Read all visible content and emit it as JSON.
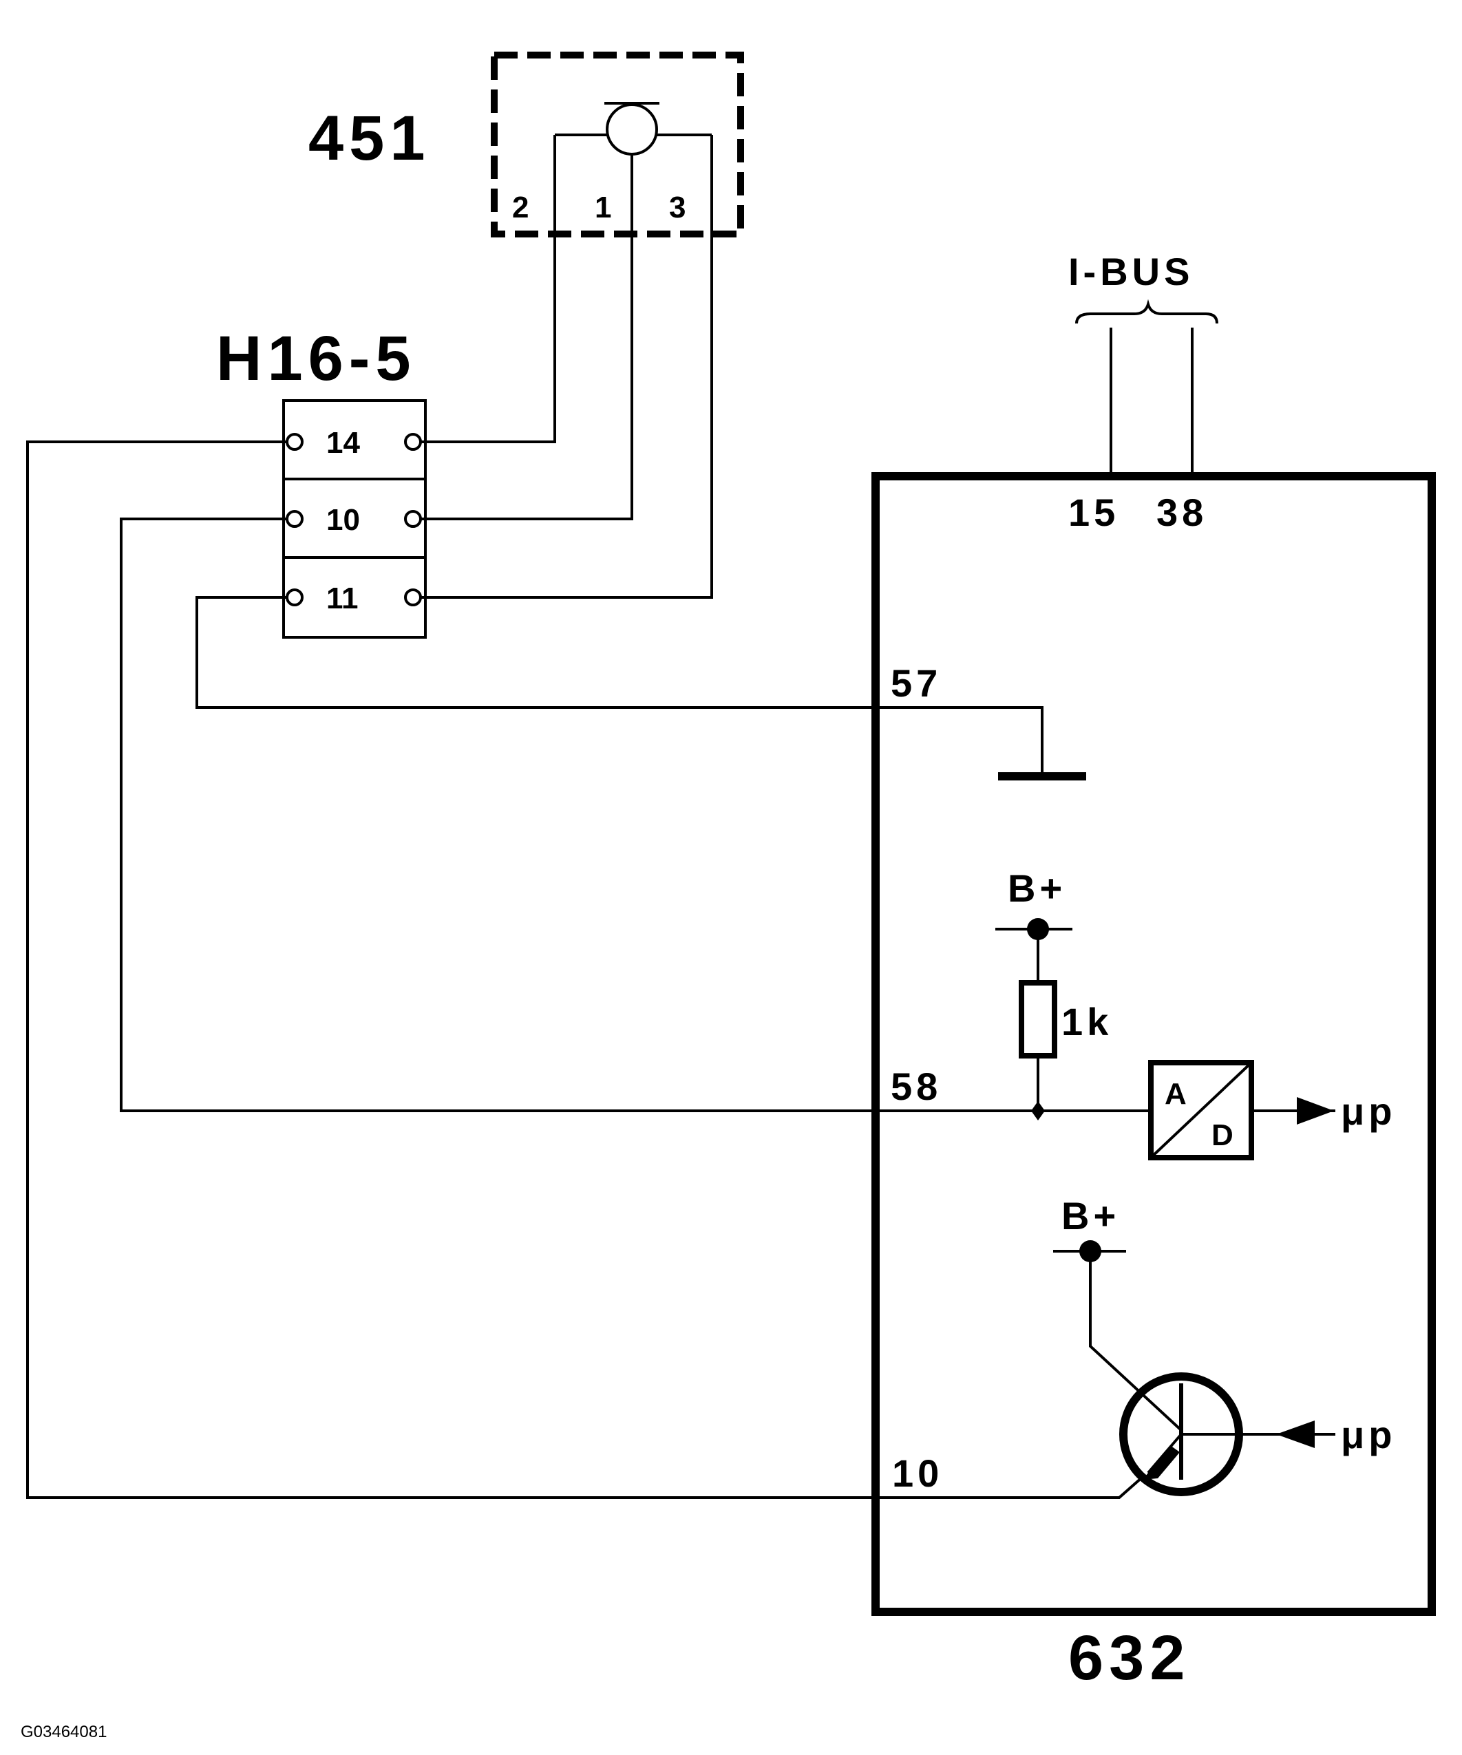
{
  "components": {
    "sensor": {
      "id": "451",
      "pins": [
        "2",
        "1",
        "3"
      ]
    },
    "connector": {
      "id": "H16-5",
      "pins": [
        "14",
        "10",
        "11"
      ]
    },
    "module": {
      "id": "632",
      "pins": {
        "bus_a": "15",
        "bus_b": "38",
        "ground": "57",
        "signal": "58",
        "driver": "10"
      }
    }
  },
  "labels": {
    "bus": "I-BUS",
    "supply": "B+",
    "resistor": "1k",
    "converter_in": "A",
    "converter_out": "D",
    "micro": "μp"
  },
  "figure_id": "G03464081"
}
